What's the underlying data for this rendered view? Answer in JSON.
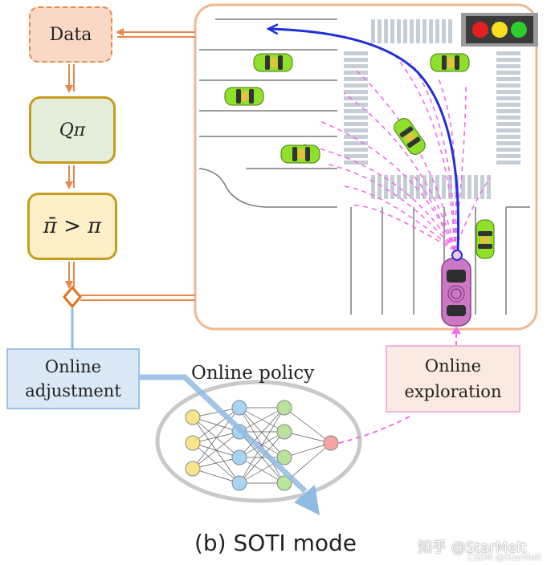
{
  "nodes": {
    "data": "Data",
    "q_value": "Qπ",
    "policy_improve": "π̄ > π",
    "online_adjustment": [
      "Online",
      "adjustment"
    ],
    "online_exploration": [
      "Online",
      "exploration"
    ],
    "online_policy": "Online policy"
  },
  "caption": "(b) SOTI mode",
  "watermark": {
    "line1": "知乎 @StarMelt",
    "line2": "CSDN @StarMelt"
  },
  "traffic_light_colors": [
    "#e32020",
    "#f5e21d",
    "#2ccf2e"
  ],
  "colors": {
    "arrow_orange": "#e8874d",
    "frame_orange": "#f0b88e",
    "trajectory_blue": "#1f2fd6",
    "exploration_pink": "#f06ee8",
    "adjust_arrow_blue": "#8fbbe3",
    "npc_car": "#8ee02a",
    "ego_car": "#cc78c4"
  },
  "icons": [
    "traffic-light-icon",
    "ego-car-icon",
    "npc-car-icon",
    "neural-network-icon"
  ]
}
